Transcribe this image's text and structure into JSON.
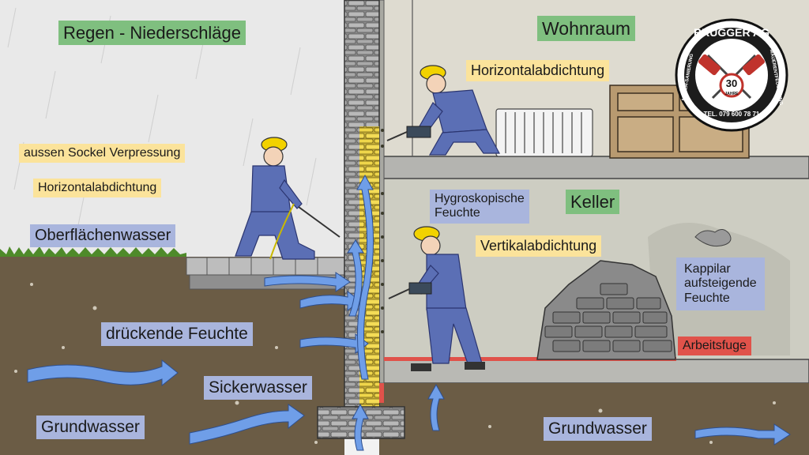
{
  "labels": {
    "regen": "Regen - Niederschläge",
    "wohnraum": "Wohnraum",
    "horizontal_top": "Horizontalabdichtung",
    "aussen_sockel": "aussen Sockel Verpressung",
    "horizontal_left": "Horizontalabdichtung",
    "hygroskopisch_1": "Hygroskopische",
    "hygroskopisch_2": "Feuchte",
    "keller": "Keller",
    "oberflaechenwasser": "Oberflächenwasser",
    "vertikal": "Vertikalabdichtung",
    "kappilar_1": "Kappilar",
    "kappilar_2": "aufsteigende",
    "kappilar_3": "Feuchte",
    "drueckende": "drückende Feuchte",
    "arbeitsfuge": "Arbeitsfuge",
    "sickerwasser": "Sickerwasser",
    "grundwasser_left": "Grundwasser",
    "grundwasser_right": "Grundwasser"
  },
  "logo": {
    "name": "BRUGGER AG",
    "left_arc": "MAUER-SANIERUNG",
    "right_arc": "MAUERENTFEUCHTUNG",
    "years": "30",
    "years_label": "JAHRE",
    "phone": "TEL. 079 600 78 71"
  },
  "colors": {
    "green_label": "#7fbf7f",
    "yellow_label": "#fbe39b",
    "blue_label": "#a9b5dd",
    "red_label": "#e0524a",
    "water": "#6f9ee8",
    "soil": "#6b5c45",
    "wall_seal": "#f2d640"
  }
}
